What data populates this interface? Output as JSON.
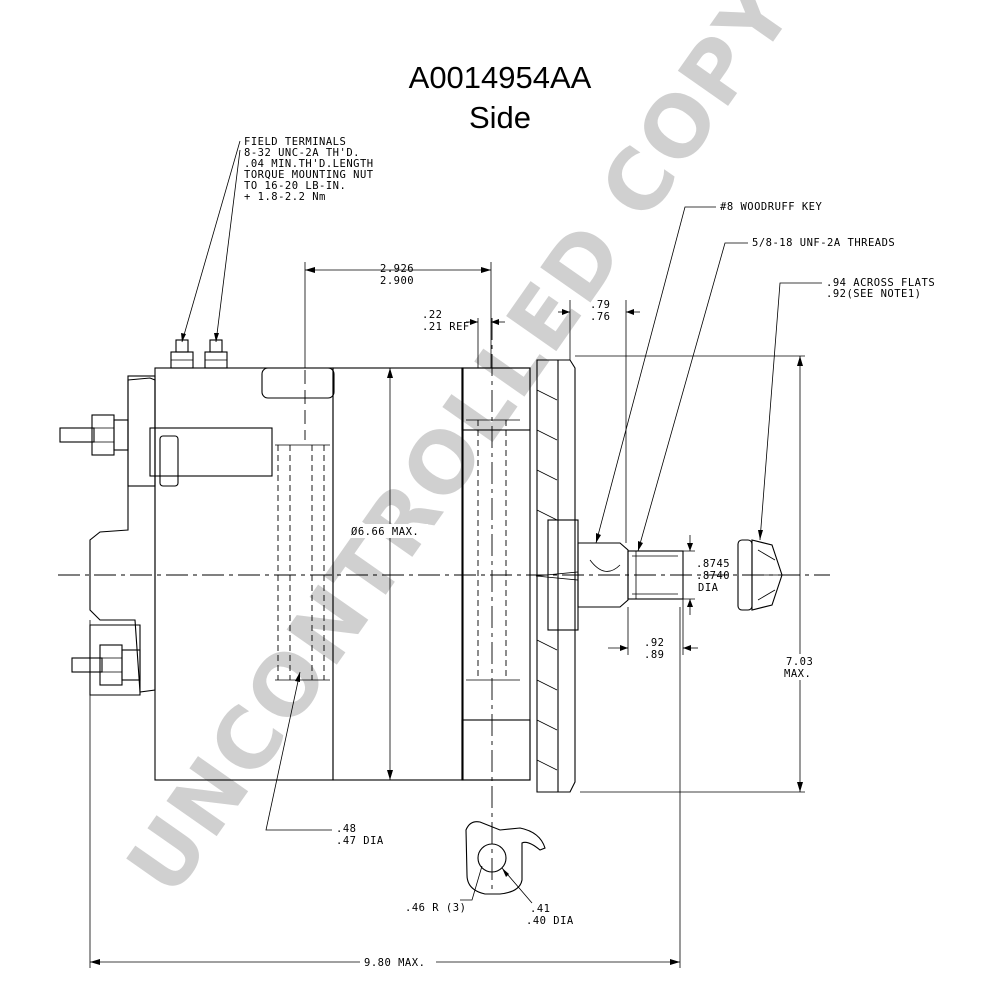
{
  "title": {
    "part_number": "A0014954AA",
    "view": "Side"
  },
  "watermark": "UNCONTROLLED COPY",
  "notes": {
    "field_terminals": [
      "FIELD TERMINALS",
      "8-32 UNC-2A TH'D.",
      ".04 MIN.TH'D.LENGTH",
      "TORQUE MOUNTING NUT",
      "TO 16-20 LB-IN.",
      "+ 1.8-2.2 Nm"
    ],
    "woodruff_key": "#8 WOODRUFF KEY",
    "threads": "5/8-18 UNF-2A THREADS",
    "across_flats": [
      ".94 ACROSS FLATS",
      ".92(SEE NOTE1)"
    ]
  },
  "dimensions": {
    "d2926": [
      "2.926",
      "2.900"
    ],
    "d22": [
      ".22",
      ".21 REF"
    ],
    "d79": [
      ".79",
      ".76"
    ],
    "diameter": "Ø6.66 MAX.",
    "shaft_dia": [
      ".8745",
      ".8740",
      "DIA"
    ],
    "d92": [
      ".92",
      ".89"
    ],
    "height": [
      "7.03",
      "MAX."
    ],
    "hole_dia": [
      ".48",
      ".47 DIA"
    ],
    "radius": ".46 R (3)",
    "ear_dia": [
      ".41",
      ".40 DIA"
    ],
    "overall_length": "9.80 MAX."
  }
}
